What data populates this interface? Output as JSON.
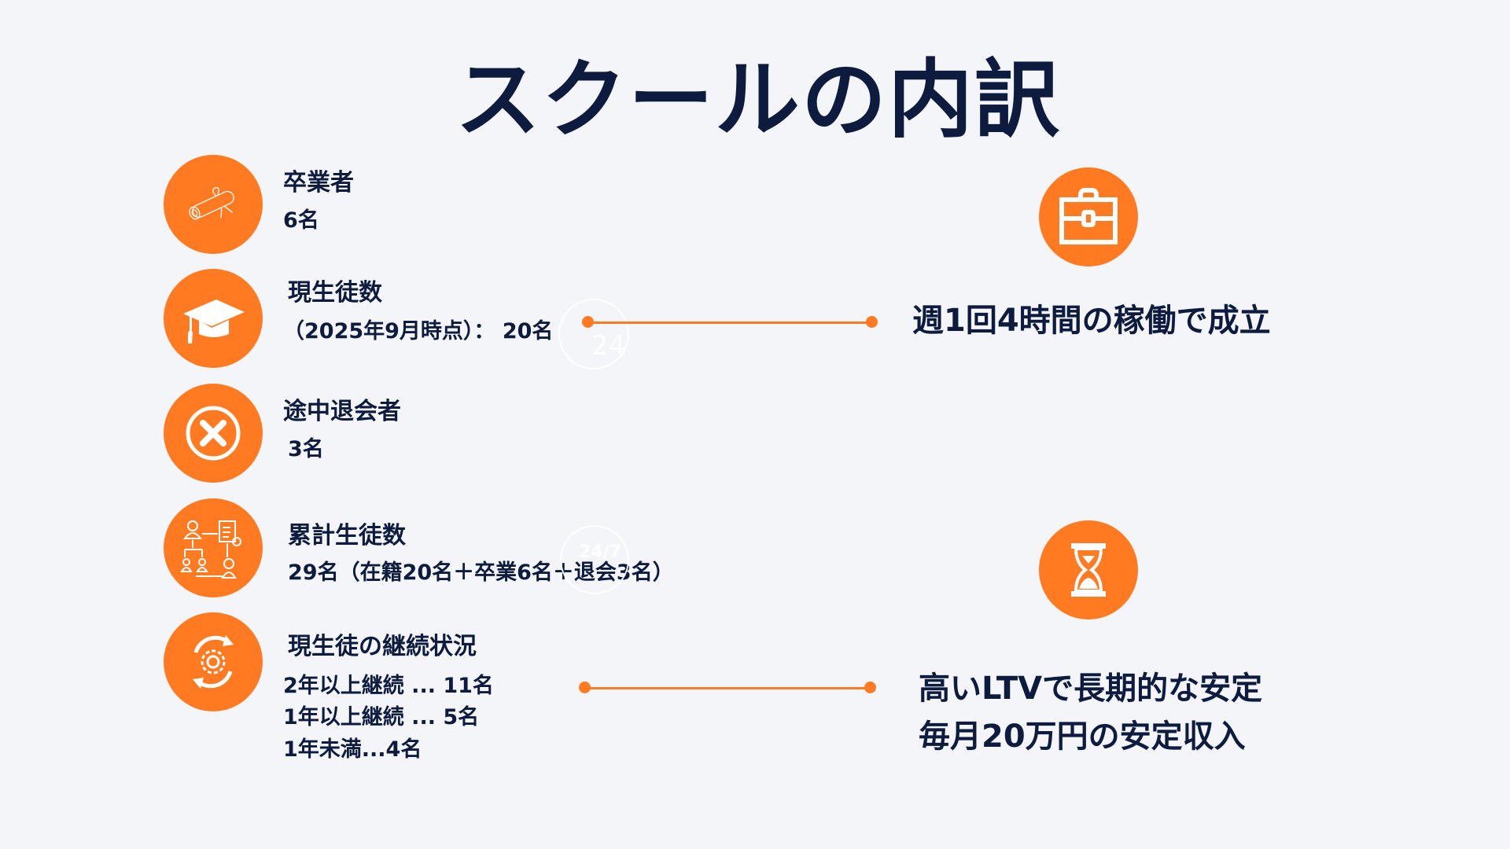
{
  "title": "スクールの内訳",
  "colors": {
    "accent": "#ff7a21",
    "text": "#0d1b3e",
    "background": "#f3f5f8"
  },
  "items": [
    {
      "icon": "diploma-icon",
      "heading": "卒業者",
      "lines": [
        "6名"
      ]
    },
    {
      "icon": "graduation-cap-icon",
      "heading": "現生徒数",
      "lines": [
        "（2025年9月時点）： 20名"
      ]
    },
    {
      "icon": "close-circle-icon",
      "heading": "途中退会者",
      "lines": [
        "3名"
      ]
    },
    {
      "icon": "workflow-people-icon",
      "heading": "累計生徒数",
      "lines": [
        "29名（在籍20名＋卒業6名＋退会3名）"
      ]
    },
    {
      "icon": "gear-cycle-icon",
      "heading": "現生徒の継続状況",
      "lines": [
        "2年以上継続 ... 11名",
        "1年以上継続 ... 5名",
        "1年未満...4名"
      ]
    }
  ],
  "right": {
    "top": {
      "icon": "briefcase-icon",
      "text": "週1回4時間の稼働で成立"
    },
    "bottom": {
      "icon": "hourglass-icon",
      "lines": [
        "高いLTVで長期的な安定",
        "毎月20万円の安定収入"
      ]
    }
  },
  "decor": {
    "clock_label": "24",
    "service_label": "24/7"
  }
}
